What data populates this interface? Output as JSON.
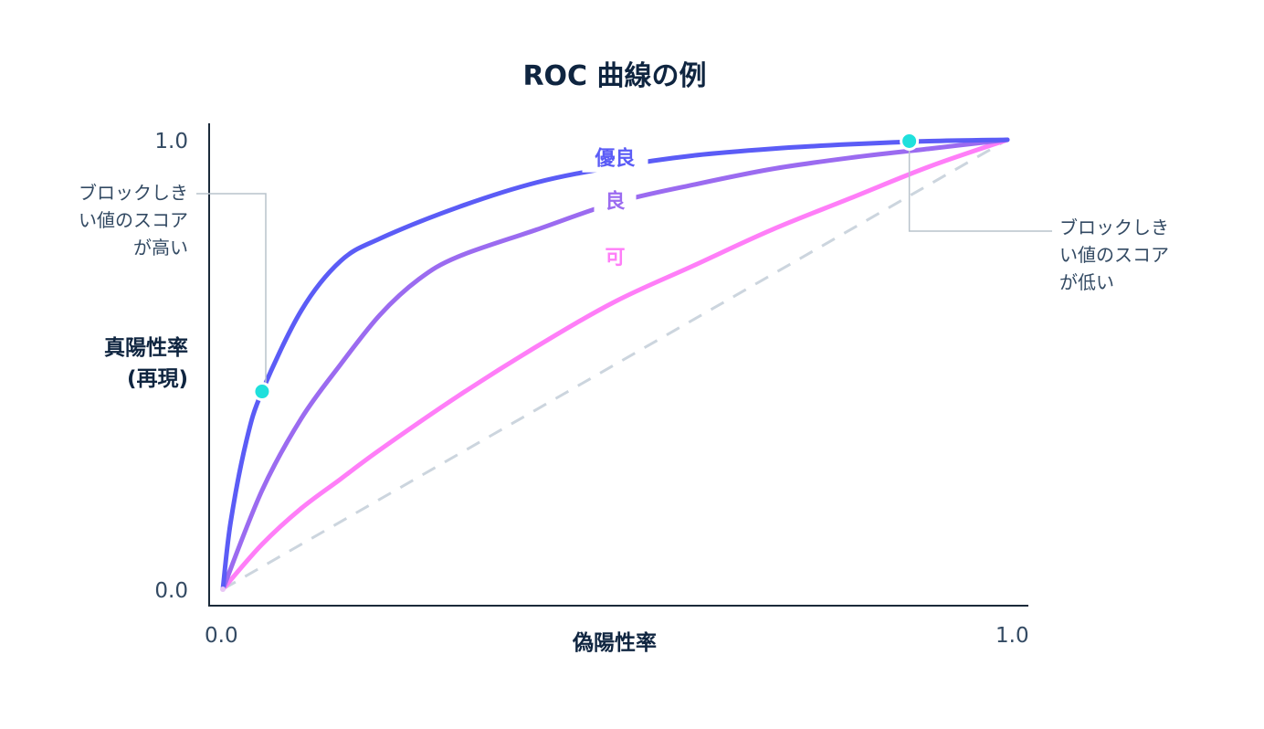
{
  "title": "ROC 曲線の例",
  "chart_data": {
    "type": "line",
    "title": "ROC 曲線の例",
    "xlabel": "偽陽性率",
    "ylabel_lines": [
      "真陽性率",
      "(再現)"
    ],
    "xlim": [
      0,
      1
    ],
    "ylim": [
      0,
      1
    ],
    "x_ticks": [
      "0.0",
      "1.0"
    ],
    "y_ticks": [
      "0.0",
      "1.0"
    ],
    "grid": false,
    "series": [
      {
        "name": "優良",
        "color": "#5b5cf6",
        "points": [
          [
            0,
            0
          ],
          [
            0.01,
            0.15
          ],
          [
            0.03,
            0.33
          ],
          [
            0.05,
            0.44
          ],
          [
            0.1,
            0.62
          ],
          [
            0.15,
            0.73
          ],
          [
            0.2,
            0.78
          ],
          [
            0.3,
            0.85
          ],
          [
            0.4,
            0.905
          ],
          [
            0.5,
            0.94
          ],
          [
            0.6,
            0.965
          ],
          [
            0.7,
            0.98
          ],
          [
            0.8,
            0.99
          ],
          [
            0.9,
            0.997
          ],
          [
            1,
            1
          ]
        ]
      },
      {
        "name": "良",
        "color": "#9b6bf0",
        "points": [
          [
            0,
            0
          ],
          [
            0.05,
            0.22
          ],
          [
            0.1,
            0.38
          ],
          [
            0.15,
            0.5
          ],
          [
            0.2,
            0.61
          ],
          [
            0.25,
            0.69
          ],
          [
            0.3,
            0.74
          ],
          [
            0.4,
            0.8
          ],
          [
            0.5,
            0.86
          ],
          [
            0.6,
            0.9
          ],
          [
            0.7,
            0.935
          ],
          [
            0.8,
            0.96
          ],
          [
            0.9,
            0.98
          ],
          [
            1,
            1
          ]
        ]
      },
      {
        "name": "可",
        "color": "#ff7ef8",
        "points": [
          [
            0,
            0
          ],
          [
            0.05,
            0.1
          ],
          [
            0.1,
            0.18
          ],
          [
            0.15,
            0.245
          ],
          [
            0.2,
            0.31
          ],
          [
            0.3,
            0.43
          ],
          [
            0.4,
            0.54
          ],
          [
            0.5,
            0.64
          ],
          [
            0.6,
            0.72
          ],
          [
            0.7,
            0.8
          ],
          [
            0.8,
            0.87
          ],
          [
            0.9,
            0.94
          ],
          [
            1,
            1
          ]
        ]
      }
    ],
    "baseline": {
      "points": [
        [
          0,
          0
        ],
        [
          1,
          1
        ]
      ],
      "color": "#ccd5de",
      "style": "dashed"
    },
    "highlighted_points": [
      {
        "series": "優良",
        "x": 0.05,
        "y": 0.44,
        "color": "#1fe0dc",
        "label": "ブロックしきい値のスコアが高い"
      },
      {
        "series": "優良",
        "x": 0.875,
        "y": 0.997,
        "color": "#1fe0dc",
        "label": "ブロックしきい値のスコアが低い"
      }
    ],
    "series_label_positions": [
      {
        "series": "優良",
        "x": 0.5,
        "y": 0.96
      },
      {
        "series": "良",
        "x": 0.5,
        "y": 0.865
      },
      {
        "series": "可",
        "x": 0.5,
        "y": 0.74
      }
    ]
  },
  "annotations": {
    "high_threshold_lines": [
      "ブロックしき",
      "い値のスコア",
      "が高い"
    ],
    "low_threshold_lines": [
      "ブロックしき",
      "い値のスコア",
      "が低い"
    ]
  }
}
